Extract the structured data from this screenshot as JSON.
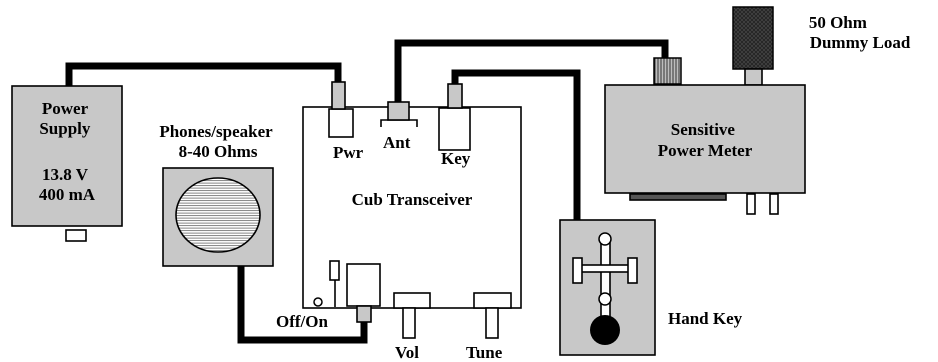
{
  "colors": {
    "device_fill": "#c8c8c8",
    "cable": "#000000",
    "outline": "#000000",
    "background": "#ffffff"
  },
  "labels": {
    "power_supply": [
      "Power",
      "Supply",
      "13.8 V",
      "400 mA"
    ],
    "phones": [
      "Phones/speaker",
      "8-40 Ohms"
    ],
    "transceiver": "Cub Transceiver",
    "pwr": "Pwr",
    "ant": "Ant",
    "key": "Key",
    "off_on": "Off/On",
    "vol": "Vol",
    "tune": "Tune",
    "power_meter": [
      "Sensitive",
      "Power Meter"
    ],
    "dummy_load": [
      "50 Ohm",
      "Dummy Load"
    ],
    "hand_key": "Hand Key"
  },
  "icons": [
    "power-supply-icon",
    "speaker-icon",
    "transceiver-icon",
    "power-meter-icon",
    "dummy-load-icon",
    "hand-key-icon",
    "coax-connector-icon",
    "cable-icon"
  ]
}
